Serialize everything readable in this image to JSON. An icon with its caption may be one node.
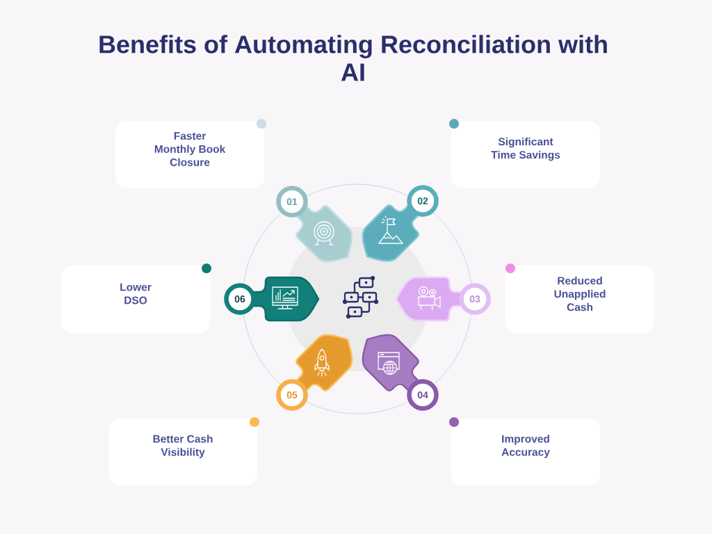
{
  "diagram": {
    "title": "Benefits of Automating Reconciliation with AI",
    "nodes": [
      {
        "text": [
          "Faster Monthly Book Closure"
        ]
      },
      {
        "text": [
          "Significant Time Savings"
        ]
      },
      {
        "text": [
          "Reduced Unapplied Cash"
        ]
      },
      {
        "text": [
          "Improved Accuracy"
        ]
      },
      {
        "text": [
          "Better Cash Visibility"
        ]
      },
      {
        "text": [
          "Lower DSO"
        ]
      },
      {
        "text": [
          "01"
        ]
      },
      {
        "text": [
          "02"
        ]
      },
      {
        "text": [
          "03"
        ]
      },
      {
        "text": [
          "04"
        ]
      },
      {
        "text": [
          "05"
        ]
      },
      {
        "text": [
          "06"
        ]
      }
    ]
  }
}
